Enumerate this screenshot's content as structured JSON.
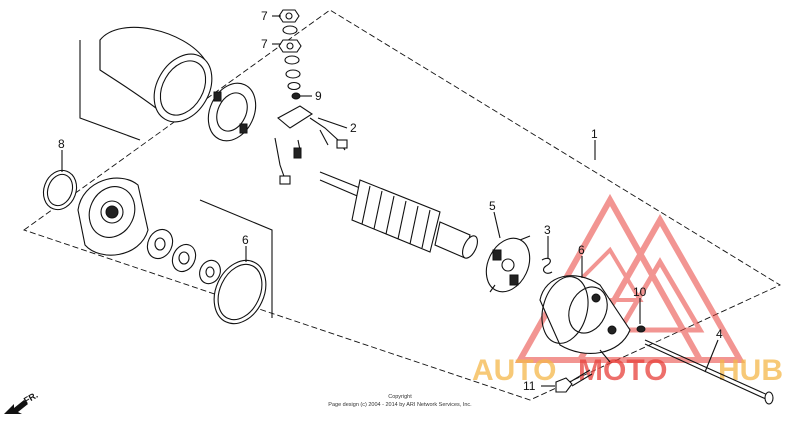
{
  "callouts": {
    "c1": "1",
    "c2": "2",
    "c3": "3",
    "c4": "4",
    "c5": "5",
    "c6a": "6",
    "c6b": "6",
    "c7a": "7",
    "c7b": "7",
    "c8": "8",
    "c9": "9",
    "c10": "10",
    "c11": "11"
  },
  "copyright": {
    "line1": "Copyright",
    "line2": "Page design (c) 2004 - 2014 by ARI Network Services, Inc."
  },
  "direction": {
    "label": "FR."
  },
  "watermark": {
    "word_a": "AUTO",
    "word_b": "MOTO",
    "word_c": "HUB",
    "color_primary": "#e8403a",
    "color_secondary": "#f5b84a"
  },
  "colors": {
    "line": "#111111",
    "background": "#ffffff"
  }
}
